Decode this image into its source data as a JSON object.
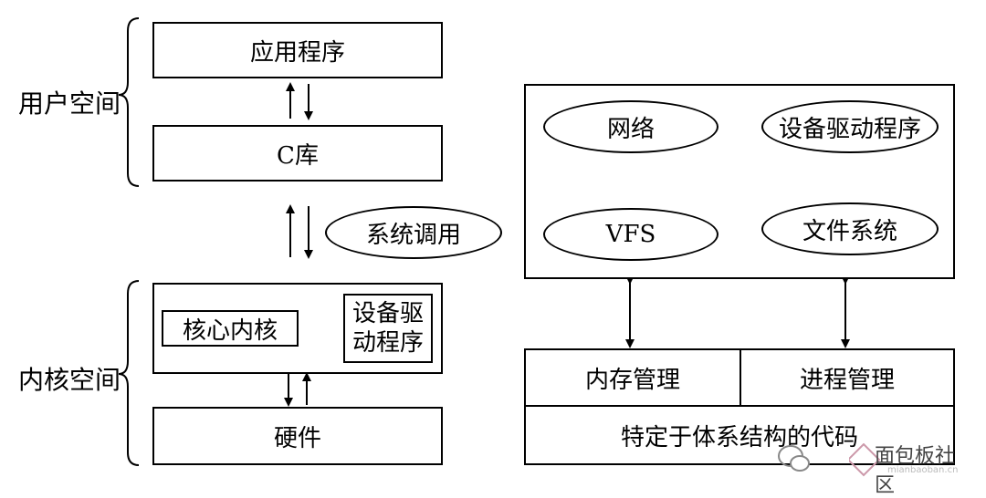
{
  "left": {
    "user_space_label": "用户空间",
    "kernel_space_label": "内核空间",
    "app_label": "应用程序",
    "clib_label": "C库",
    "syscall_label": "系统调用",
    "core_kernel_label": "核心内核",
    "device_driver_line1": "设备驱",
    "device_driver_line2": "动程序",
    "hardware_label": "硬件"
  },
  "right": {
    "network_label": "网络",
    "device_driver_label": "设备驱动程序",
    "vfs_label": "VFS",
    "filesystem_label": "文件系统",
    "memory_mgmt_label": "内存管理",
    "process_mgmt_label": "进程管理",
    "arch_code_label": "特定于体系结构的代码"
  },
  "watermark": {
    "text": "面包板社区",
    "subtext": "mianbaoban.cn"
  }
}
